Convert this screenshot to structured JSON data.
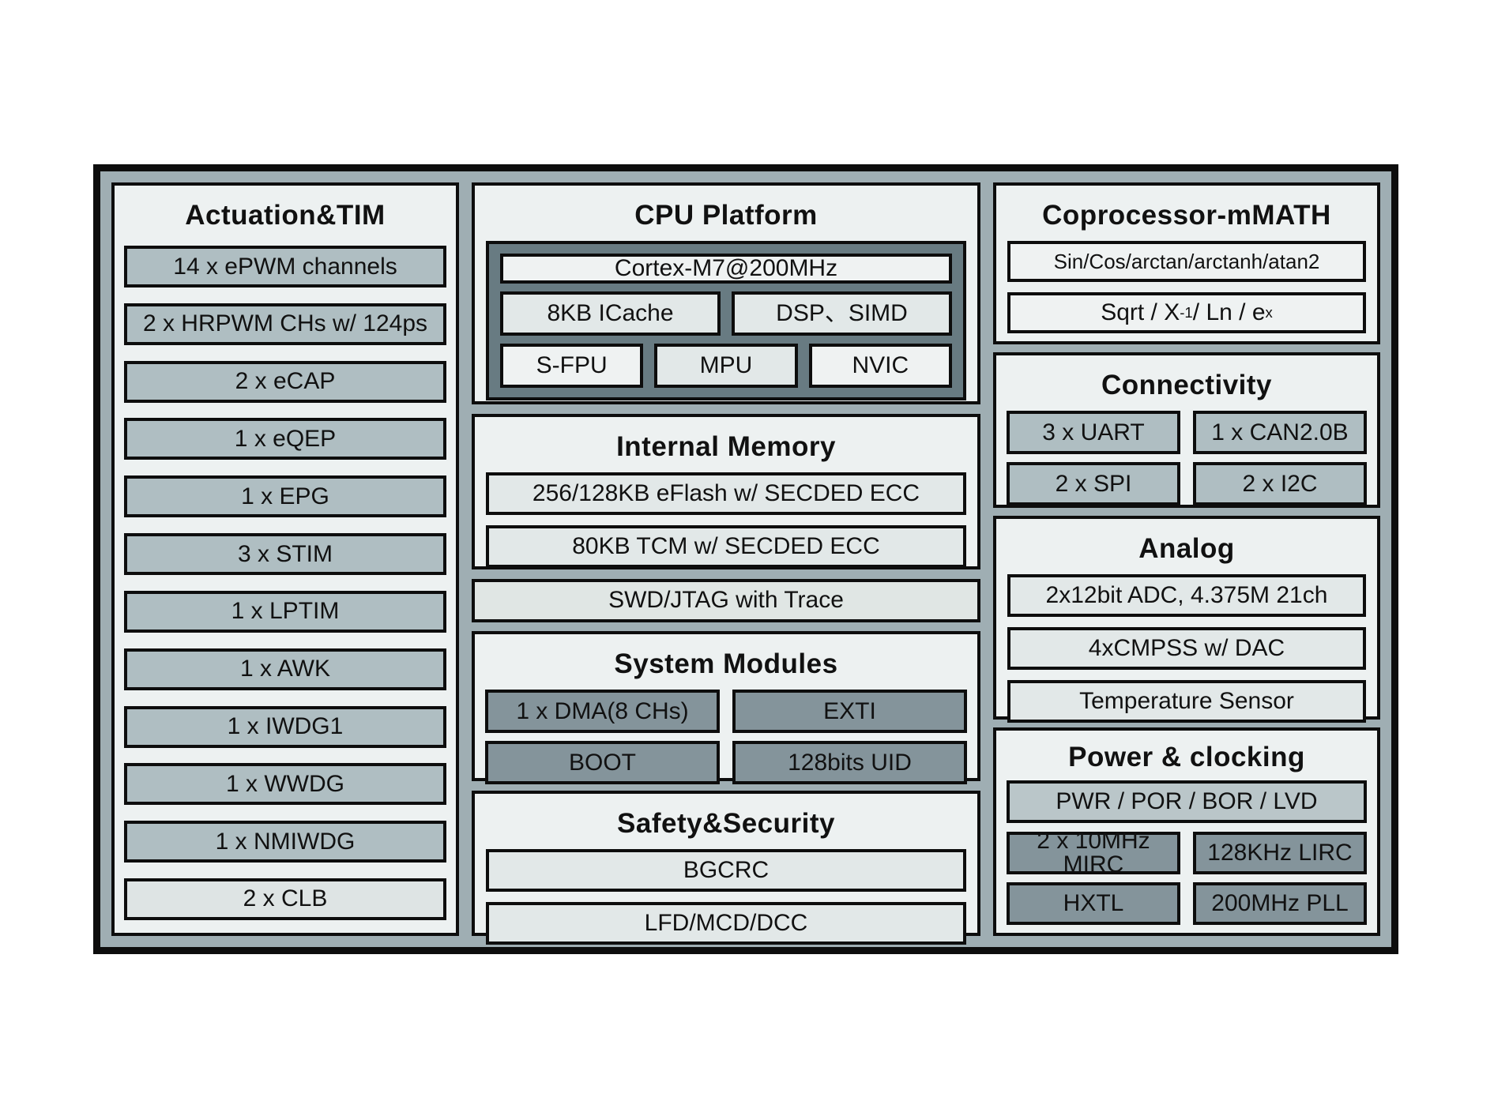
{
  "diagram": {
    "colors": {
      "frame_fill": "#9FAEB3",
      "panel_bg": "#EDF1F1",
      "box_medium": "#AFBEC2",
      "box_dark": "#84949B",
      "box_light": "#E2E8E8",
      "box_white": "#EFF2F2",
      "cpu_container": "#687B82",
      "pwr_box": "#BAC6C9",
      "clb_box": "#DEE4E4",
      "border": "#0D0D0D"
    },
    "panels": {
      "actuation": {
        "title": "Actuation&TIM",
        "items": [
          "14 x ePWM channels",
          "2 x HRPWM CHs w/ 124ps",
          "2 x eCAP",
          "1 x eQEP",
          "1 x EPG",
          "3 x STIM",
          "1 x LPTIM",
          "1 x AWK",
          "1 x IWDG1",
          "1 x WWDG",
          "1 x NMIWDG",
          "2 x CLB"
        ]
      },
      "cpu": {
        "title": "CPU Platform",
        "core": "Cortex-M7@200MHz",
        "row2": [
          "8KB ICache",
          "DSP、SIMD"
        ],
        "row3": [
          "S-FPU",
          "MPU",
          "NVIC"
        ]
      },
      "memory": {
        "title": "Internal Memory",
        "items": [
          "256/128KB eFlash w/ SECDED ECC",
          "80KB TCM w/ SECDED ECC"
        ]
      },
      "debug": {
        "label": "SWD/JTAG with Trace"
      },
      "system": {
        "title": "System Modules",
        "items": [
          "1 x DMA(8 CHs)",
          "EXTI",
          "BOOT",
          "128bits UID"
        ]
      },
      "safety": {
        "title": "Safety&Security",
        "items": [
          "BGCRC",
          "LFD/MCD/DCC"
        ]
      },
      "coprocessor": {
        "title": "Coprocessor-mMATH",
        "item1": "Sin/Cos/arctan/arctanh/atan2",
        "item2": {
          "p1": "Sqrt / X",
          "sup1": "-1",
          "p2": " / Ln / e",
          "sup2": "x"
        }
      },
      "connectivity": {
        "title": "Connectivity",
        "items": [
          "3 x UART",
          "1 x CAN2.0B",
          "2 x SPI",
          "2 x I2C"
        ]
      },
      "analog": {
        "title": "Analog",
        "items": [
          "2x12bit ADC, 4.375M 21ch",
          "4xCMPSS w/ DAC",
          "Temperature Sensor"
        ]
      },
      "power": {
        "title": "Power & clocking",
        "wide": "PWR / POR / BOR / LVD",
        "items": [
          "2 x 10MHz MIRC",
          "128KHz LIRC",
          "HXTL",
          "200MHz PLL"
        ]
      }
    }
  }
}
